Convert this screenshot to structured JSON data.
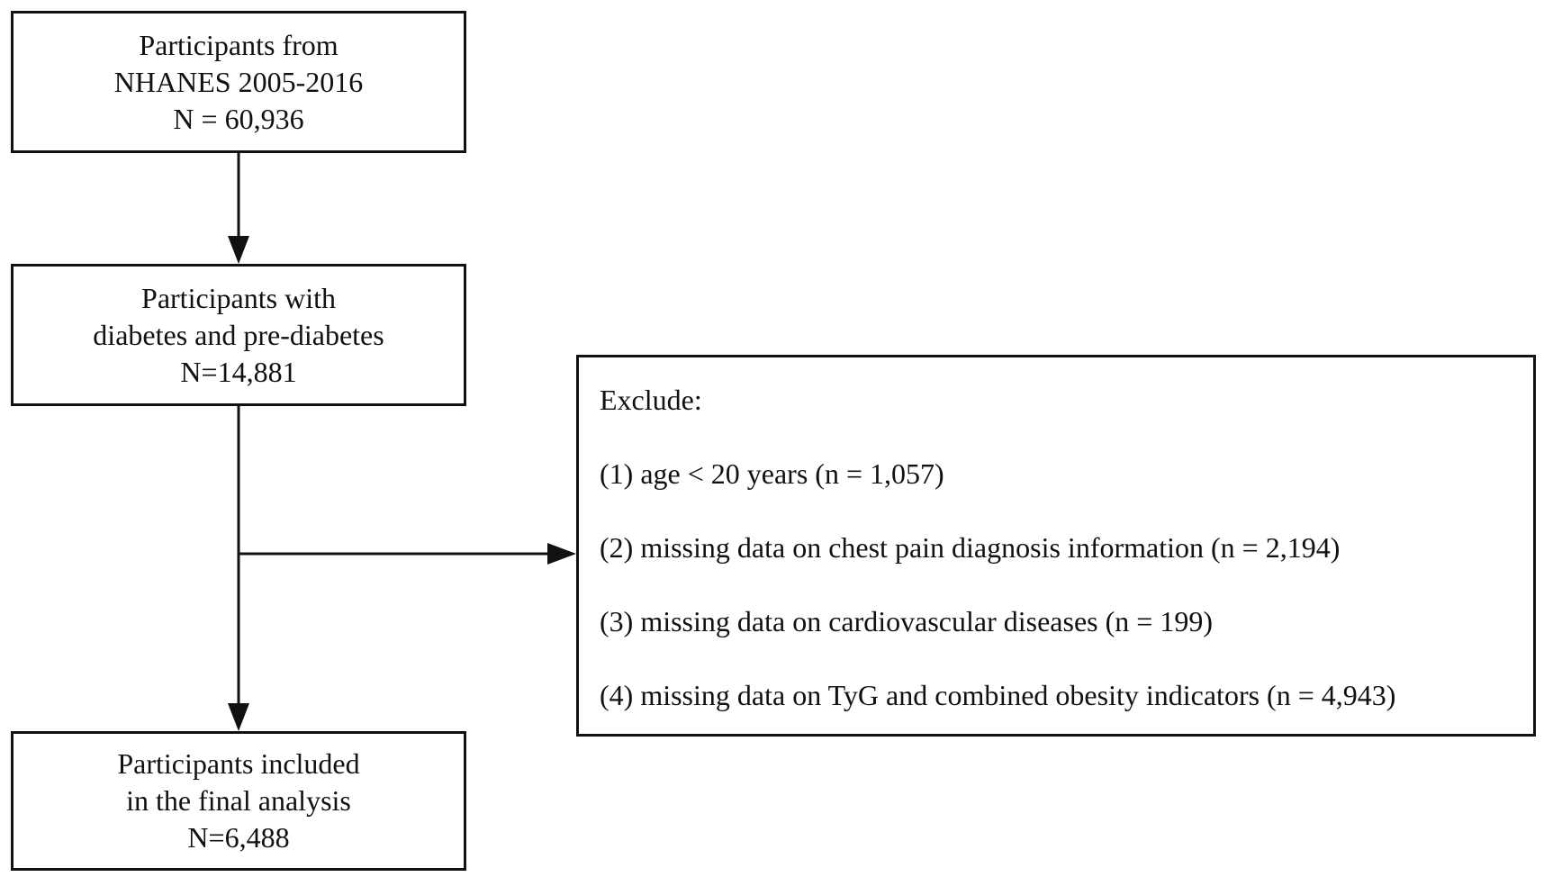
{
  "flowchart": {
    "source": {
      "line1": "Participants from",
      "line2": "NHANES 2005-2016",
      "line3": "N = 60,936"
    },
    "diabetes": {
      "line1": "Participants with",
      "line2": "diabetes and pre-diabetes",
      "line3": "N=14,881"
    },
    "final": {
      "line1": "Participants included",
      "line2": "in the final analysis",
      "line3": "N=6,488"
    },
    "exclude": {
      "heading": "Exclude:",
      "items": [
        "(1) age < 20 years (n = 1,057)",
        "(2) missing data on chest pain diagnosis information (n = 2,194)",
        "(3) missing data on cardiovascular diseases (n = 199)",
        "(4) missing data on TyG and combined obesity indicators (n = 4,943)"
      ]
    }
  }
}
